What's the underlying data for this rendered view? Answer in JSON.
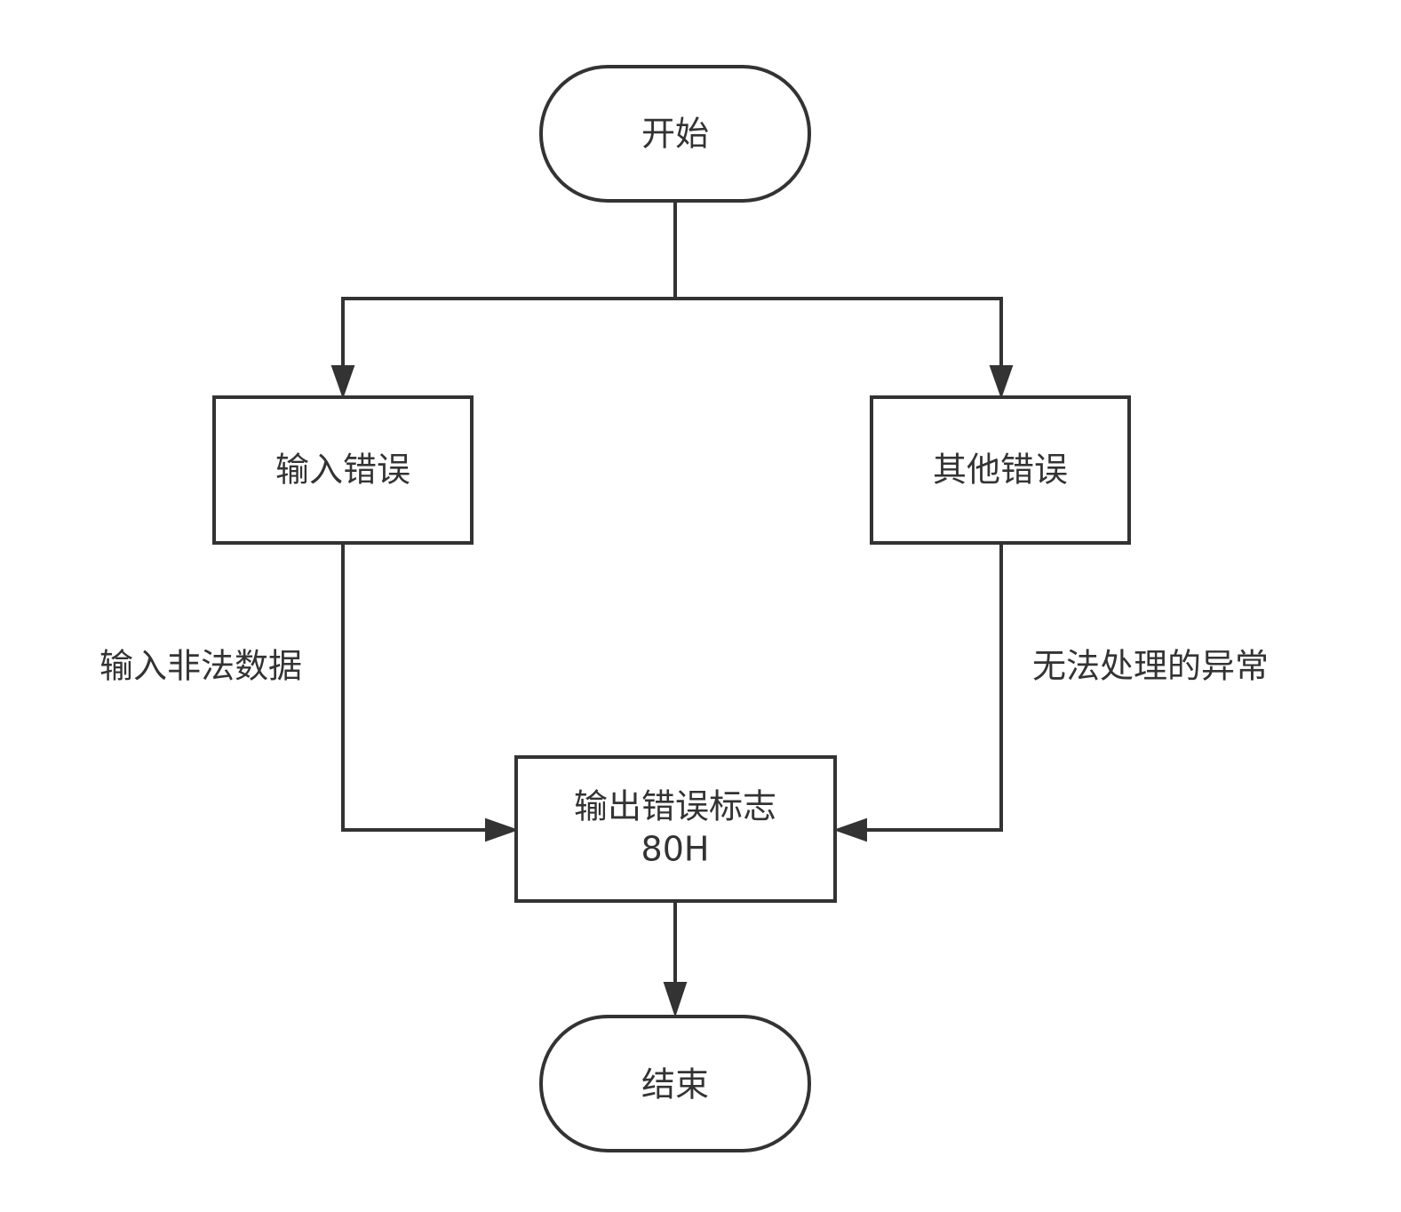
{
  "diagram": {
    "nodes": {
      "start": {
        "label": "开始"
      },
      "input_error": {
        "label": "输入错误"
      },
      "other_error": {
        "label": "其他错误"
      },
      "output_flag": {
        "line1": "输出错误标志",
        "line2": "80H"
      },
      "end": {
        "label": "结束"
      }
    },
    "edge_labels": {
      "illegal_input": "输入非法数据",
      "unhandled_exception": "无法处理的异常"
    }
  }
}
